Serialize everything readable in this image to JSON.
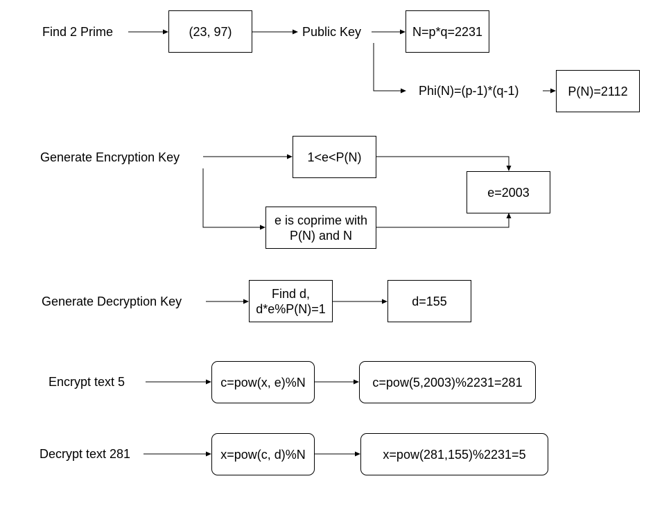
{
  "row1": {
    "label": "Find 2 Prime",
    "primes": "(23, 97)",
    "public_key": "Public Key",
    "n_formula": "N=p*q=2231",
    "phi_formula": "Phi(N)=(p-1)*(q-1)",
    "phi_value": "P(N)=2112"
  },
  "row2": {
    "label": "Generate Encryption Key",
    "range": "1<e<P(N)",
    "coprime_line1": "e is coprime with",
    "coprime_line2": "P(N) and N",
    "e_value": "e=2003"
  },
  "row3": {
    "label": "Generate Decryption Key",
    "find_line1": "Find d,",
    "find_line2": "d*e%P(N)=1",
    "d_value": "d=155"
  },
  "row4": {
    "label": "Encrypt text 5",
    "formula": "c=pow(x, e)%N",
    "result": "c=pow(5,2003)%2231=281"
  },
  "row5": {
    "label": "Decrypt text 281",
    "formula": "x=pow(c, d)%N",
    "result": "x=pow(281,155)%2231=5"
  }
}
